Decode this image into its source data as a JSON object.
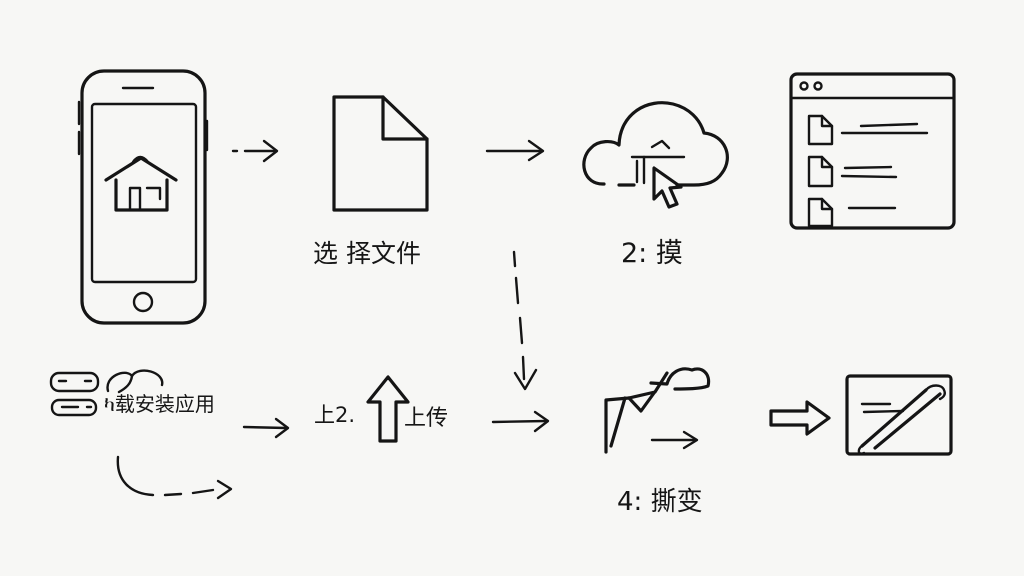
{
  "colors": {
    "ink": "#151515",
    "background": "#f7f7f5"
  },
  "labels": {
    "select_file": "选 择文件",
    "step2": "2: 摸",
    "download_install": "ካ载安装应用",
    "upload_left": "上2.",
    "upload_right": "上传",
    "step4": "4: 撕变"
  },
  "icons": [
    "smartphone-icon",
    "home-icon",
    "document-icon",
    "cloud-icon",
    "pointer-cursor-icon",
    "browser-window-icon",
    "file-list-icon",
    "server-icon",
    "upload-arrow-icon",
    "chart-icon",
    "image-frame-icon"
  ]
}
